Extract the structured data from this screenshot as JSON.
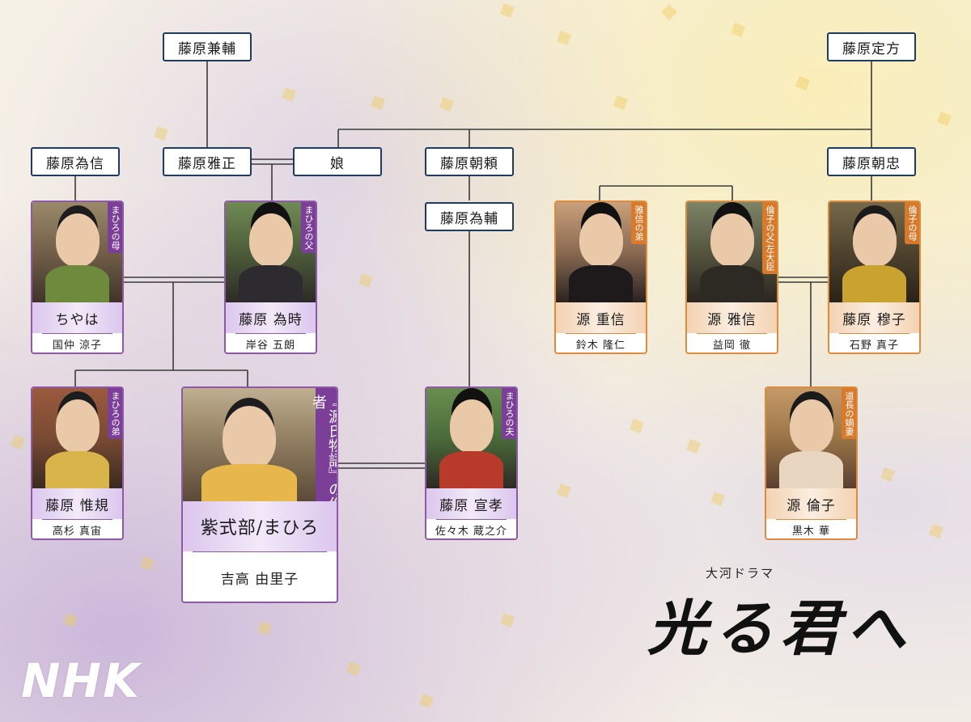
{
  "ancestors": {
    "kanesuke": "藤原兼輔",
    "sadakata": "藤原定方"
  },
  "boxes": {
    "tamenobu": "藤原為信",
    "masatada": "藤原雅正",
    "musume": "娘",
    "asayori": "藤原朝頼",
    "asatada": "藤原朝忠",
    "tamesuke": "藤原為輔"
  },
  "cards": {
    "chiyaha": {
      "name": "ちやは",
      "actor": "国仲 涼子",
      "tag": "まひろの母"
    },
    "tametoki": {
      "name": "藤原 為時",
      "actor": "岸谷 五朗",
      "tag": "まひろの父"
    },
    "shigenobu": {
      "name": "源 重信",
      "actor": "鈴木 隆仁",
      "tag": "雅信の弟"
    },
    "masanobu": {
      "name": "源 雅信",
      "actor": "益岡 徹",
      "tag": "倫子の父/左大臣"
    },
    "bokushi": {
      "name": "藤原 穆子",
      "actor": "石野 真子",
      "tag": "倫子の母"
    },
    "nobunori": {
      "name": "藤原 惟規",
      "actor": "高杉 真宙",
      "tag": "まひろの弟"
    },
    "mahiro": {
      "name": "紫式部/まひろ",
      "actor": "吉高 由里子",
      "tag": "『源氏物語』の作者"
    },
    "nobutaka": {
      "name": "藤原 宣孝",
      "actor": "佐々木 蔵之介",
      "tag": "まひろの夫"
    },
    "rinshi": {
      "name": "源 倫子",
      "actor": "黒木 華",
      "tag": "道長の嫡妻"
    }
  },
  "logo": {
    "sub": "大河ドラマ",
    "title": "光る君へ",
    "network": "NHK"
  },
  "colors": {
    "box_border": "#1f3b60",
    "purple_accent": "#7c3f98",
    "orange_accent": "#d77a2c"
  }
}
